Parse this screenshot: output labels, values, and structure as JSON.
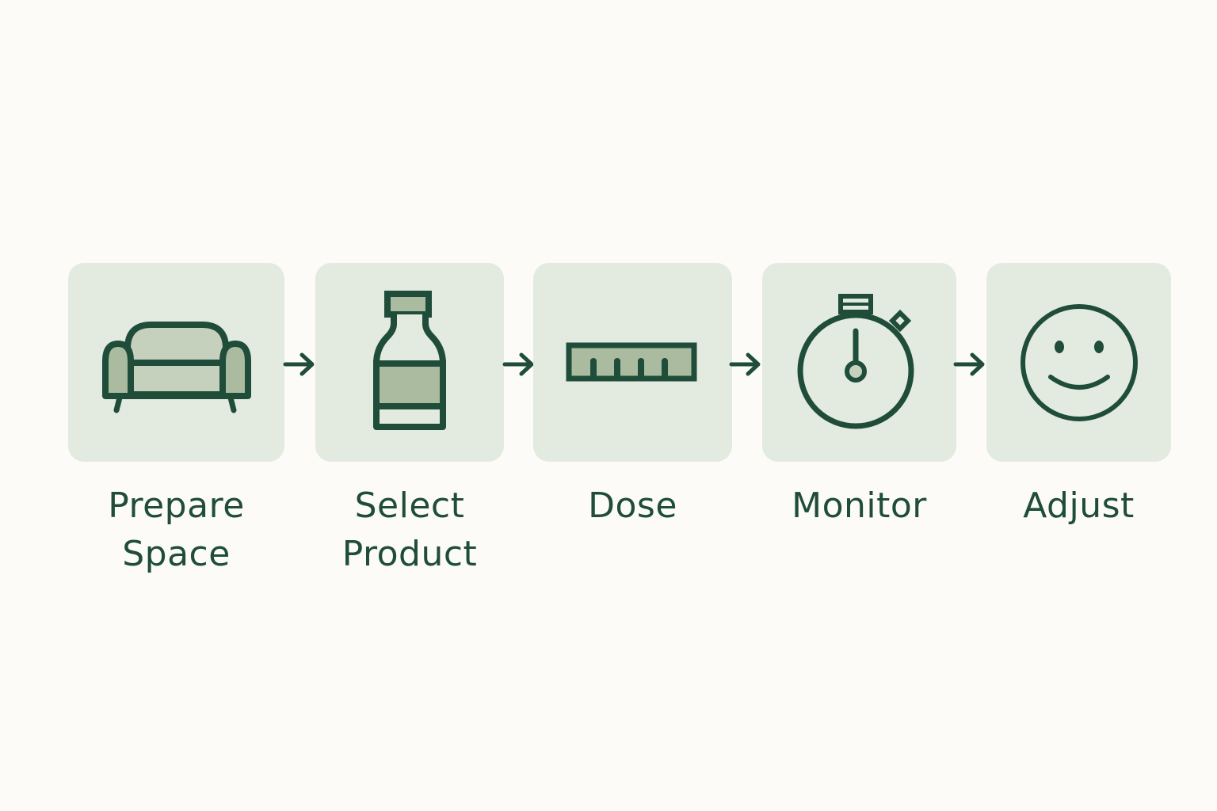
{
  "diagram": {
    "type": "process-flow",
    "colors": {
      "background": "#fcfbf8",
      "card": "#e3eadf",
      "stroke": "#1f4d3a",
      "fill_light": "#c5d1bd",
      "fill_mid": "#aabb9f"
    },
    "steps": [
      {
        "label_lines": [
          "Prepare",
          "Space"
        ],
        "icon": "armchair-icon"
      },
      {
        "label_lines": [
          "Select",
          "Product"
        ],
        "icon": "bottle-icon"
      },
      {
        "label_lines": [
          "Dose"
        ],
        "icon": "ruler-icon"
      },
      {
        "label_lines": [
          "Monitor"
        ],
        "icon": "stopwatch-icon"
      },
      {
        "label_lines": [
          "Adjust"
        ],
        "icon": "smiley-face-icon"
      }
    ],
    "connectors": [
      "arrow-right-icon",
      "arrow-right-icon",
      "arrow-right-icon",
      "arrow-right-icon"
    ]
  }
}
